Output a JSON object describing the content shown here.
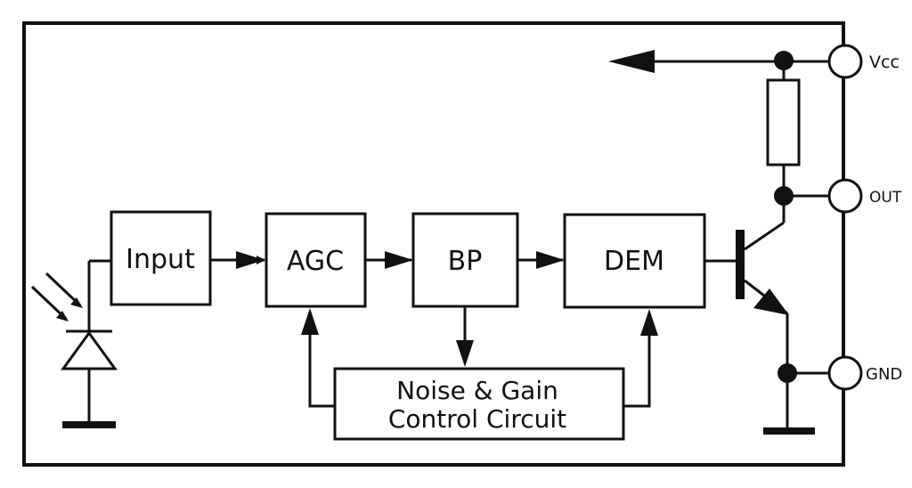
{
  "blocks": {
    "input": "Input",
    "agc": "AGC",
    "bp": "BP",
    "dem": "DEM",
    "noise_line1": "Noise & Gain",
    "noise_line2": "Control Circuit"
  },
  "pins": {
    "vcc": "Vcc",
    "out": "OUT",
    "gnd": "GND"
  }
}
